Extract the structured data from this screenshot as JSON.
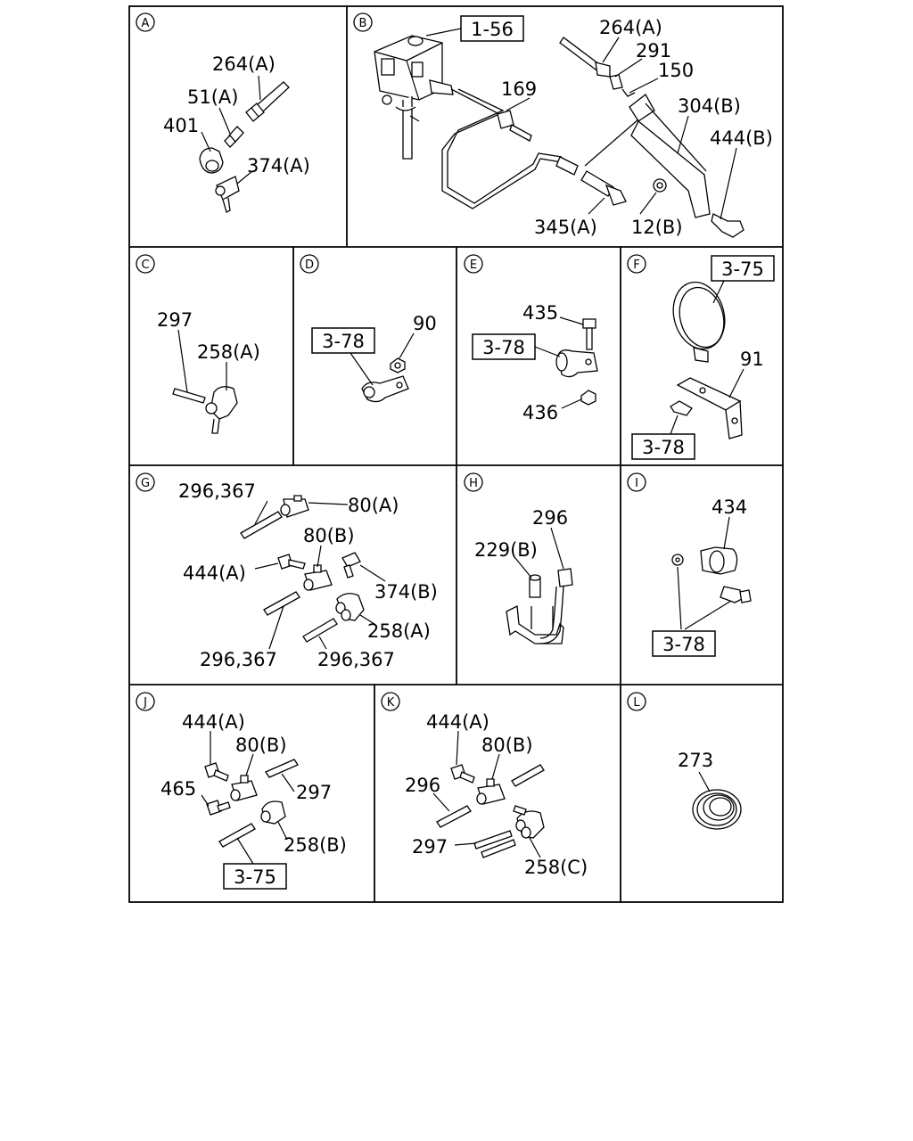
{
  "panels": {
    "A": {
      "letter": "A",
      "labels": [
        "264(A)",
        "51(A)",
        "401",
        "374(A)"
      ]
    },
    "B": {
      "letter": "B",
      "ref": "1-56",
      "labels": [
        "264(A)",
        "291",
        "150",
        "169",
        "304(B)",
        "444(B)",
        "345(A)",
        "12(B)"
      ]
    },
    "C": {
      "letter": "C",
      "labels": [
        "297",
        "258(A)"
      ]
    },
    "D": {
      "letter": "D",
      "ref": "3-78",
      "labels": [
        "90"
      ]
    },
    "E": {
      "letter": "E",
      "ref": "3-78",
      "labels": [
        "435",
        "436"
      ]
    },
    "F": {
      "letter": "F",
      "ref": "3-75",
      "ref2": "3-78",
      "labels": [
        "91"
      ]
    },
    "G": {
      "letter": "G",
      "labels": [
        "296,367",
        "80(A)",
        "80(B)",
        "444(A)",
        "374(B)",
        "258(A)",
        "296,367",
        "296,367"
      ]
    },
    "H": {
      "letter": "H",
      "labels": [
        "296",
        "229(B)"
      ]
    },
    "I": {
      "letter": "I",
      "ref": "3-78",
      "labels": [
        "434"
      ]
    },
    "J": {
      "letter": "J",
      "ref": "3-75",
      "labels": [
        "444(A)",
        "80(B)",
        "465",
        "297",
        "258(B)"
      ]
    },
    "K": {
      "letter": "K",
      "labels": [
        "444(A)",
        "80(B)",
        "296",
        "297",
        "258(C)"
      ]
    },
    "L": {
      "letter": "L",
      "labels": [
        "273"
      ]
    }
  }
}
